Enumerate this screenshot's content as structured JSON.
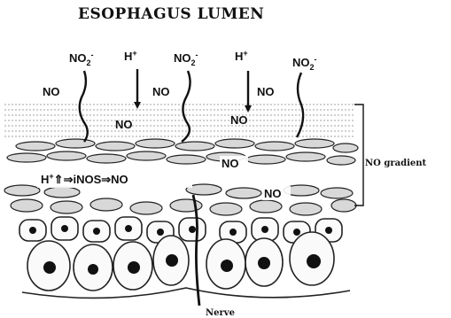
{
  "title": "ESOPHAGUS LUMEN",
  "labels": {
    "no2_sup": "-",
    "no2_base": "NO",
    "no2_sub": "2",
    "h_plus": "H",
    "plus": "+",
    "no": "NO",
    "no_gradient": "NO gradient",
    "pathway_h": "H",
    "pathway_plus": "+",
    "pathway_up": "⇑",
    "pathway_arrow": "⇒",
    "pathway_inos": "iNOS",
    "pathway_no": "NO",
    "nerve": "Nerve"
  }
}
